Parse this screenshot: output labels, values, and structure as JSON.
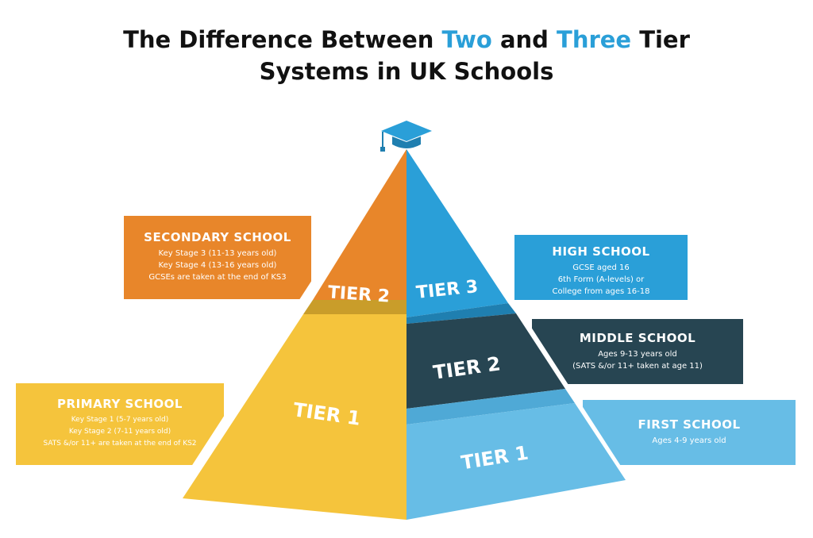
{
  "title": {
    "line1_part1": "The Difference Between ",
    "line1_two": "Two",
    "line1_and": " and ",
    "line1_three": "Three",
    "line1_part2": " Tier",
    "line2": "Systems in UK Schools"
  },
  "colors": {
    "orange": "#e8862a",
    "yellow": "#f5c43c",
    "blue": "#2a9fd8",
    "navy": "#274552",
    "light_blue": "#67bde6",
    "title_highlight": "#2a9fd8"
  },
  "pyramid": {
    "left": {
      "tier2": "TIER 2",
      "tier1": "TIER 1"
    },
    "right": {
      "tier3": "TIER 3",
      "tier2": "TIER 2",
      "tier1": "TIER 1"
    }
  },
  "boxes": {
    "secondary": {
      "heading": "SECONDARY SCHOOL",
      "lines": [
        "Key Stage 3 (11-13 years old)",
        "Key Stage 4 (13-16 years old)",
        "GCSEs are taken at the end of KS3"
      ]
    },
    "primary": {
      "heading": "PRIMARY SCHOOL",
      "lines": [
        "Key Stage 1 (5-7 years old)",
        "Key Stage 2 (7-11 years old)",
        "SATS &/or 11+ are taken at the end of KS2"
      ]
    },
    "high": {
      "heading": "HIGH SCHOOL",
      "lines": [
        "GCSE aged 16",
        "6th Form (A-levels) or",
        "College from ages 16-18"
      ]
    },
    "middle": {
      "heading": "MIDDLE SCHOOL",
      "lines": [
        "Ages 9-13 years old",
        "(SATS &/or 11+ taken at age 11)"
      ]
    },
    "first": {
      "heading": "FIRST SCHOOL",
      "lines": [
        "Ages 4-9 years old"
      ]
    }
  },
  "icons": {
    "top": "graduation-cap-icon"
  }
}
